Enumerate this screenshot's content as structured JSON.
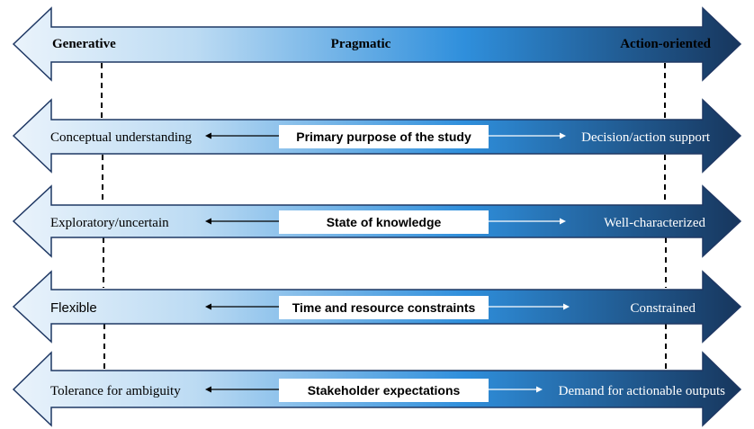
{
  "header": {
    "left_label": "Generative",
    "center_label": "Pragmatic",
    "right_label": "Action-oriented"
  },
  "rows": [
    {
      "left_label": "Conceptual understanding",
      "center_label": "Primary purpose of the study",
      "right_label": "Decision/action support"
    },
    {
      "left_label": "Exploratory/uncertain",
      "center_label": "State of knowledge",
      "right_label": "Well-characterized"
    },
    {
      "left_label": "Flexible",
      "center_label": "Time and resource constraints",
      "right_label": "Constrained"
    },
    {
      "left_label": "Tolerance for ambiguity",
      "center_label": "Stakeholder expectations",
      "right_label": "Demand for actionable outputs"
    }
  ],
  "colors": {
    "gradient_light": "#eaf3fb",
    "gradient_mid": "#2f8fdc",
    "gradient_dark": "#17365d",
    "outline": "#1f3864"
  }
}
